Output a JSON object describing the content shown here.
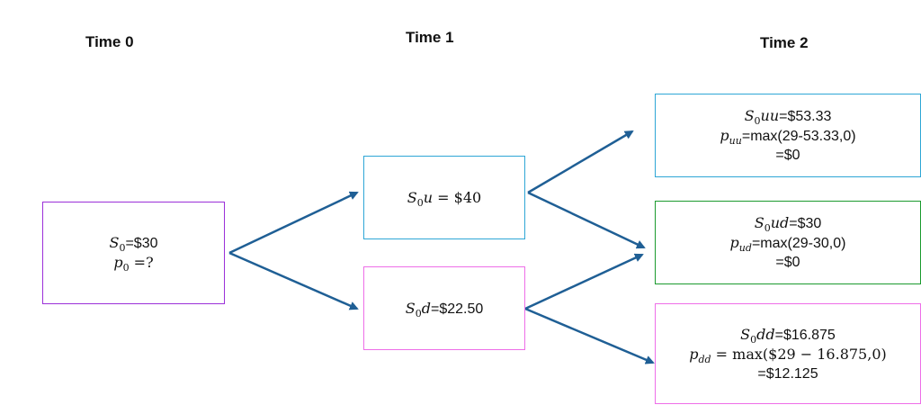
{
  "headers": {
    "time0": "Time 0",
    "time1": "Time 1",
    "time2": "Time 2"
  },
  "nodes": {
    "s0": {
      "line1": {
        "sym": "S",
        "sub": "0",
        "text": "=$30"
      },
      "line2": {
        "sym": "p",
        "sub": "0",
        "text": " =?"
      }
    },
    "s0u": {
      "line1": {
        "sym": "S",
        "sub": "0",
        "sym2": "u",
        "text": " = $40"
      }
    },
    "s0d": {
      "line1": {
        "sym": "S",
        "sub": "0",
        "sym2": "d",
        "text": "=$22.50"
      }
    },
    "s0uu": {
      "line1": {
        "sym": "S",
        "sub": "0",
        "sym2": "uu",
        "text": "=$53.33"
      },
      "line2": {
        "sym": "p",
        "sub": "uu",
        "text": "=max(29-53.33,0)"
      },
      "line3": "=$0"
    },
    "s0ud": {
      "line1": {
        "sym": "S",
        "sub": "0",
        "sym2": "ud",
        "text": "=$30"
      },
      "line2": {
        "sym": "p",
        "sub": "ud",
        "text": "=max(29-30,0)"
      },
      "line3": "=$0"
    },
    "s0dd": {
      "line1": {
        "sym": "S",
        "sub": "0",
        "sym2": "dd",
        "text": "=$16.875"
      },
      "line2": {
        "sym": "p",
        "sub": "dd",
        "text": " = max($29 − 16.875,0)"
      },
      "line3": "=$12.125"
    }
  },
  "colors": {
    "arrow": "#1f5f95",
    "purple_border": "#9b30d9",
    "blue_border": "#2ea6d6",
    "pink_border": "#ee6ee8",
    "green_border": "#1b9a2e"
  }
}
